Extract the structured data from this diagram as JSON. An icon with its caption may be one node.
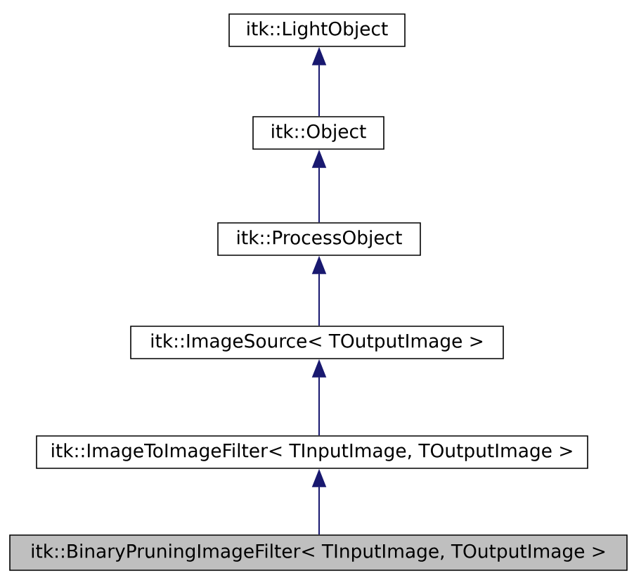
{
  "diagram": {
    "nodes": [
      {
        "text": [
          "itk::LightObject"
        ]
      },
      {
        "text": [
          "itk::Object"
        ]
      },
      {
        "text": [
          "itk::ProcessObject"
        ]
      },
      {
        "text": [
          "itk::ImageSource< TOutputImage >"
        ]
      },
      {
        "text": [
          "itk::ImageToImageFilter< TInputImage, TOutputImage >"
        ]
      },
      {
        "text": [
          "itk::BinaryPruningImageFilter< TInputImage, TOutputImage >"
        ]
      }
    ],
    "edges": [
      {
        "from": 1,
        "to": 0,
        "arrow": "to"
      },
      {
        "from": 2,
        "to": 1,
        "arrow": "to"
      },
      {
        "from": 3,
        "to": 2,
        "arrow": "to"
      },
      {
        "from": 4,
        "to": 3,
        "arrow": "to"
      },
      {
        "from": 5,
        "to": 4,
        "arrow": "to"
      }
    ]
  }
}
